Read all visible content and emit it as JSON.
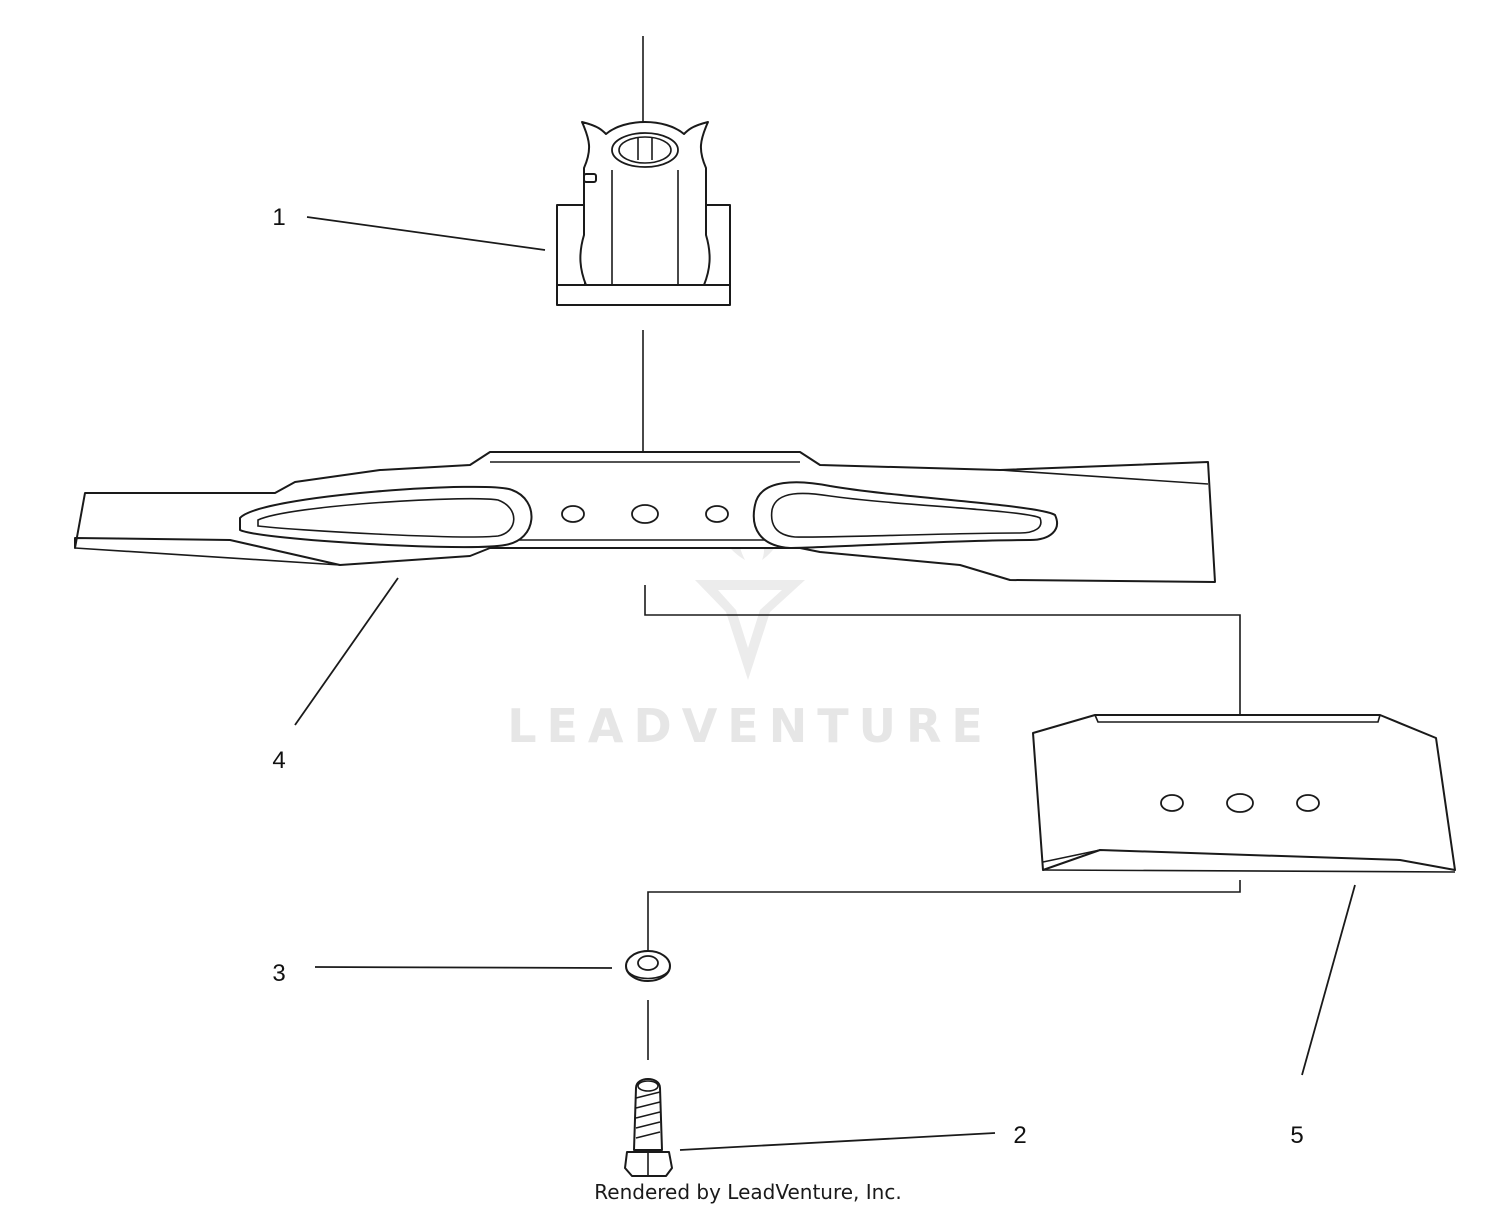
{
  "callouts": [
    {
      "id": "1",
      "label": "1"
    },
    {
      "id": "2",
      "label": "2"
    },
    {
      "id": "3",
      "label": "3"
    },
    {
      "id": "4",
      "label": "4"
    },
    {
      "id": "5",
      "label": "5"
    }
  ],
  "watermark": {
    "logo_text": "LEADVENTURE",
    "logo_icon": "leadventure-flame-logo"
  },
  "footer": {
    "credit": "Rendered by LeadVenture, Inc."
  },
  "colors": {
    "line": "#1a1a1a",
    "watermark": "#e6e6e6",
    "background": "#ffffff"
  }
}
